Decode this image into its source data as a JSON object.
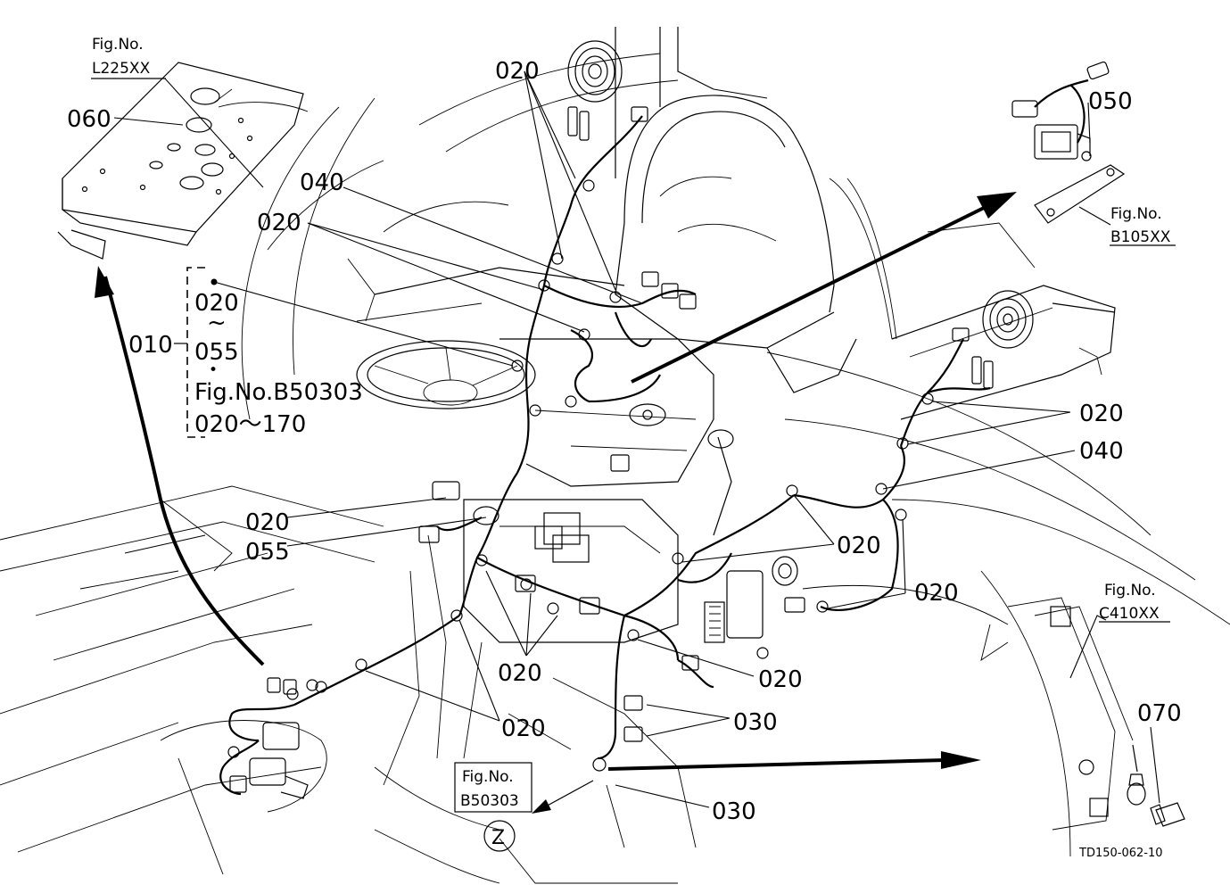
{
  "labels": {
    "fig_no_1": "Fig.No.",
    "ref_l225": "L225XX",
    "part_060": "060",
    "part_020_a": "020",
    "part_040_a": "040",
    "part_020_b": "020",
    "part_010": "010",
    "range_start": "020",
    "range_tilde": "~",
    "range_end": "055",
    "range_dot": "•",
    "fig_ref_b50303": "Fig.No.B50303",
    "range_020_170": "020～170",
    "part_050": "050",
    "fig_no_2": "Fig.No.",
    "ref_b105": "B105XX",
    "part_020_c": "020",
    "part_040_b": "040",
    "part_020_d": "020",
    "part_020_e": "020",
    "part_020_f": "020",
    "part_055": "055",
    "fig_no_3": "Fig.No.",
    "ref_c410": "C410XX",
    "part_020_g": "020",
    "part_020_h": "020",
    "part_030_a": "030",
    "part_020_i": "020",
    "part_070": "070",
    "fig_no_4": "Fig.No.",
    "ref_b50303": "B50303",
    "view_z": "Z",
    "part_030_b": "030",
    "drawing_code": "TD150-062-10"
  }
}
